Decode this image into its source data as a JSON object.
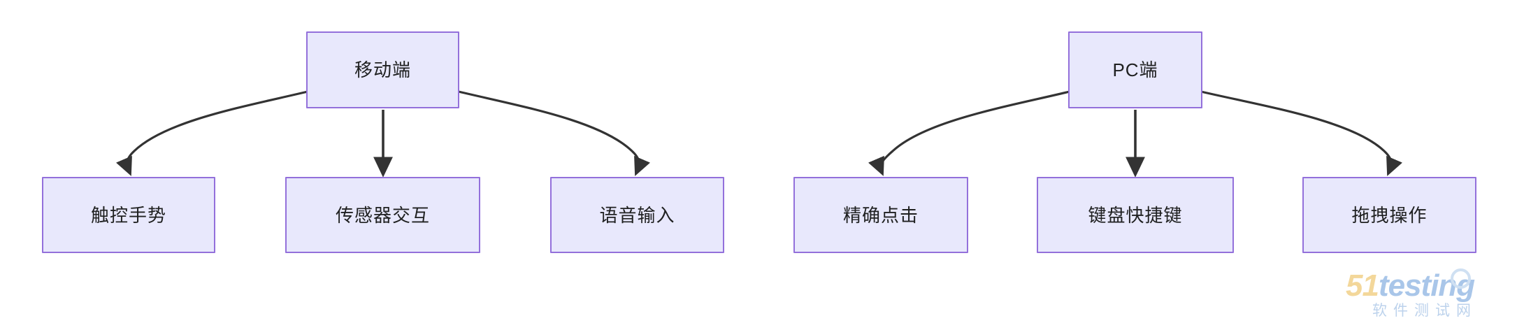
{
  "diagram": {
    "type": "tree",
    "background_color": "#ffffff",
    "node_fill": "#e8e8fc",
    "node_border": "#9370db",
    "edge_color": "#333333",
    "text_color": "#1f2020",
    "roots": [
      {
        "id": "mobile",
        "label": "移动端",
        "children": [
          {
            "id": "touch-gesture",
            "label": "触控手势"
          },
          {
            "id": "sensor-interaction",
            "label": "传感器交互"
          },
          {
            "id": "voice-input",
            "label": "语音输入"
          }
        ]
      },
      {
        "id": "pc",
        "label": "PC端",
        "children": [
          {
            "id": "precise-click",
            "label": "精确点击"
          },
          {
            "id": "keyboard-shortcut",
            "label": "键盘快捷键"
          },
          {
            "id": "drag-operation",
            "label": "拖拽操作"
          }
        ]
      }
    ],
    "edges": [
      {
        "from": "mobile",
        "to": "touch-gesture",
        "style": "curved",
        "arrow": true
      },
      {
        "from": "mobile",
        "to": "sensor-interaction",
        "style": "straight",
        "arrow": true
      },
      {
        "from": "mobile",
        "to": "voice-input",
        "style": "curved",
        "arrow": true
      },
      {
        "from": "pc",
        "to": "precise-click",
        "style": "curved",
        "arrow": true
      },
      {
        "from": "pc",
        "to": "keyboard-shortcut",
        "style": "straight",
        "arrow": true
      },
      {
        "from": "pc",
        "to": "drag-operation",
        "style": "curved",
        "arrow": true
      }
    ]
  },
  "watermark": {
    "brand_51": "51",
    "brand_testing": "testing",
    "subtitle": "软件测试网",
    "color_51": "#f3d79a",
    "color_testing": "#a9c6e9",
    "color_subtitle": "#bcd2ec"
  }
}
